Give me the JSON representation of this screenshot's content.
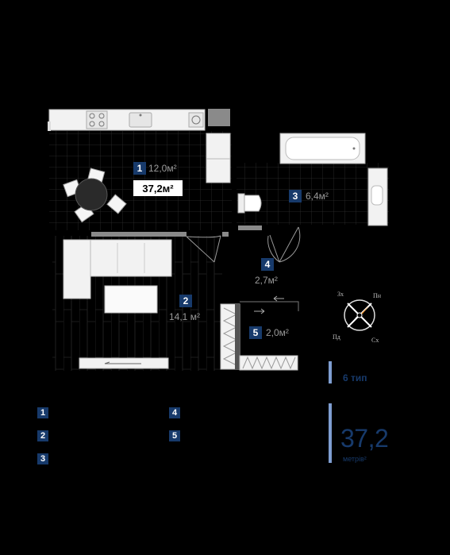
{
  "rooms": [
    {
      "num": "1",
      "area": "12,0м²"
    },
    {
      "num": "2",
      "area": "14,1 м²"
    },
    {
      "num": "3",
      "area": "6,4м²"
    },
    {
      "num": "4",
      "area": "2,7м²"
    },
    {
      "num": "5",
      "area": "2,0м²"
    }
  ],
  "total_label": "37,2м²",
  "compass": {
    "n": "Пн",
    "s": "Пд",
    "e": "Сх",
    "w": "Зх"
  },
  "legend": [
    "1",
    "2",
    "3",
    "4",
    "5"
  ],
  "info": {
    "type": "6 тип",
    "area": "37,2",
    "unit": "метрів²"
  },
  "colors": {
    "accent": "#173a6b",
    "bar": "#7f9ed1",
    "background": "#000000"
  }
}
